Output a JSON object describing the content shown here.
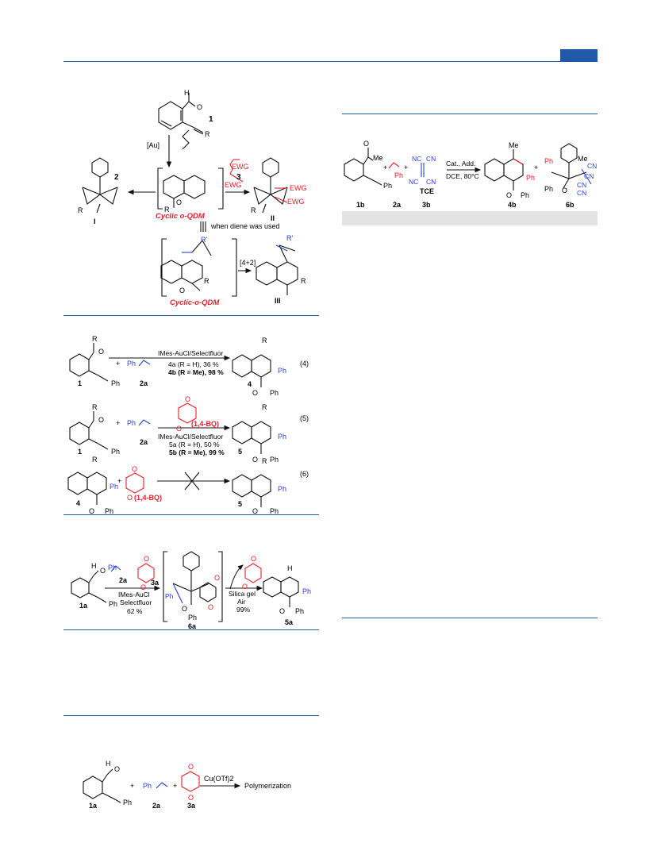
{
  "scheme1": {
    "cmpd_1": "1",
    "au_label": "[Au]",
    "R": "R",
    "H": "H",
    "O": "O",
    "cmpd_2": "2",
    "cmpd_3": "3",
    "ewg_top": "EWG",
    "ewg_bottom": "EWG",
    "ewg_prod_top": "EWG",
    "ewg_prod_bottom": "EWG",
    "intermediate_label": "Cyclic o-QDM",
    "product_I": "I",
    "product_II": "II",
    "diene_note": "when diene was used",
    "R_prime": "R'",
    "cycloaddition": "[4+2]",
    "intermediate_label2": "Cyclic-o-QDM",
    "product_III": "III"
  },
  "eq4": {
    "R": "R",
    "O": "O",
    "Ph": "Ph",
    "plus": "+",
    "reagent": "IMes-AuCl/Selectfluor",
    "yield_a": "4a (R = H), 36 %",
    "yield_b": "4b (R = Me), 98 %",
    "lbl_sm": "1",
    "lbl_alkene": "2a",
    "lbl_prod": "4",
    "eq_number": "(4)"
  },
  "eq5": {
    "R": "R",
    "O": "O",
    "Ph": "Ph",
    "plus": "+",
    "bq_label": "(1,4-BQ)",
    "reagent": "IMes-AuCl/Selectfluor",
    "yield_a": "5a (R = H), 50 %",
    "yield_b": "5b (R = Me), 99 %",
    "lbl_sm": "1",
    "lbl_alkene": "2a",
    "lbl_prod": "5",
    "eq_number": "(5)"
  },
  "eq6": {
    "R": "R",
    "O": "O",
    "Ph": "Ph",
    "plus": "+",
    "bq_label": "(1,4-BQ)",
    "lbl_sm": "4",
    "lbl_prod": "5",
    "eq_number": "(6)"
  },
  "scheme3": {
    "H": "H",
    "O": "O",
    "Ph": "Ph",
    "lbl_1a": "1a",
    "lbl_2a": "2a",
    "lbl_3a": "3a",
    "reagent1": "IMes-AuCl",
    "reagent2": "Selectfluor",
    "yield1": "62 %",
    "lbl_6a": "6a",
    "cond1": "Silica gel",
    "cond2": "Air",
    "yield2": "99%",
    "lbl_5a": "5a"
  },
  "scheme4": {
    "H": "H",
    "O": "O",
    "Ph": "Ph",
    "plus": "+",
    "lbl_1a": "1a",
    "lbl_2a": "2a",
    "lbl_3a": "3a",
    "reagent": "Cu(OTf)2",
    "outcome": "Polymerization"
  },
  "scheme5": {
    "Me": "Me",
    "O": "O",
    "Ph": "Ph",
    "plus": "+",
    "NC": "NC",
    "CN": "CN",
    "conditions1": "Cat., Add.",
    "conditions2": "DCE, 80°C",
    "lbl_1b": "1b",
    "lbl_2a": "2a",
    "lbl_3b": "3b",
    "lbl_TCE": "TCE",
    "lbl_4b": "4b",
    "lbl_6b": "6b"
  },
  "colors": {
    "rule": "#1f5aa6",
    "red": "#e8202a",
    "blue": "#2b3fd6"
  }
}
